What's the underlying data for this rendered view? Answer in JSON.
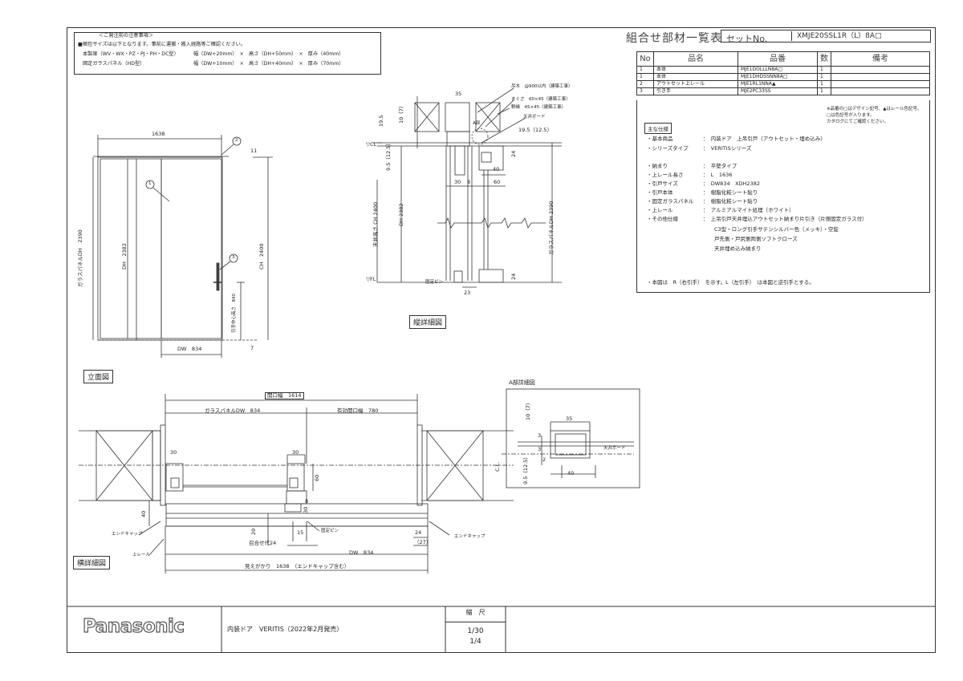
{
  "notice": {
    "title": "＜ご発注前の注意事項＞",
    "line1": "■梱包サイズは以下となります。事前に運搬・搬入経路等ご確認ください。",
    "row1_label": "本製扉（WV・WX・PZ・PJ・PH・DC型）",
    "row1_val": "幅（DW+20mm）　×　高さ（DH+50mm）　×　厚み（40mm）",
    "row2_label": "固定ガラスパネル（HD型）",
    "row2_val": "幅（DW+10mm）　×　高さ（DH+40mm）　×　厚み（70mm）"
  },
  "bom": {
    "title": "組合せ部材一覧表",
    "set_label": "セットNo.",
    "set_value": "XMJE20SSL1R（L）8A□",
    "headers": [
      "No",
      "品名",
      "品番",
      "数",
      "備考"
    ],
    "rows": [
      {
        "no": "1",
        "name": "本体",
        "code": "MJE1DOLLLN8A□",
        "qty": "1",
        "note": ""
      },
      {
        "no": "1",
        "name": "本体",
        "code": "MJE1DHDSSNN8A□",
        "qty": "1",
        "note": ""
      },
      {
        "no": "2",
        "name": "アウトセット上レール",
        "code": "MJE1RL1NNA▲",
        "qty": "1",
        "note": ""
      },
      {
        "no": "3",
        "name": "引き手",
        "code": "MJE2PC33SS",
        "qty": "1",
        "note": ""
      }
    ],
    "note1": "※品番の□はデザイン記号、▲はレール色記号。",
    "note2": "□は色記号が入ります。",
    "note3": "カタログにてご確認ください。"
  },
  "spec": {
    "head": "主な仕様",
    "items": [
      {
        "k": "・基本商品",
        "v": "：　内装ドア　上吊引戸（アウトセット・埋め込み）"
      },
      {
        "k": "・シリーズタイプ",
        "v": "：　VERITISシリーズ"
      },
      {
        "k": "・納まり",
        "v": "：　平壁タイプ"
      },
      {
        "k": "・上レール長さ",
        "v": "：　L　1636"
      },
      {
        "k": "・引戸サイズ",
        "v": "：　DW834　XDH2382"
      },
      {
        "k": "・引戸本体",
        "v": "：　樹脂化粧シート貼り"
      },
      {
        "k": "・固定ガラスパネル",
        "v": "：　樹脂化粧シート貼り"
      },
      {
        "k": "・上レール",
        "v": "：　アルミアルマイト処理（ホワイト）"
      },
      {
        "k": "・その他仕様",
        "v": "：　上吊引戸天井埋込アウトセット納まり片引き（片側固定ガラス付）"
      }
    ],
    "extra1": "C3型・ロング引手サテンシルバー色（メッキ）・空錠",
    "extra2": "戸先側・戸尻側両側ソフトクローズ",
    "extra3": "天井埋め込み納まり",
    "footnote": "・本図は　R（右引手）　を示す。L（左引手）　は本図と逆引手とする。"
  },
  "elevation": {
    "label": "立面図",
    "dim_top": "1638",
    "dim_dw": "DW　834",
    "dim_dh": "DH　2382",
    "dim_ch": "CH　2400",
    "dim_glass": "ガラスパネルDH　2390",
    "dim_handle": "引手中心高さ　840",
    "dim_11": "11",
    "dim_7": "7",
    "call1": "1",
    "call2": "2",
    "call3": "3"
  },
  "vertical": {
    "label": "縦詳細図",
    "hanger": "吊木　@900以内（建築工事）",
    "furring": "まぐさ　60×45（建築工事）",
    "frame": "野縁　45×45（建築工事）",
    "board": "天井ボード",
    "d35": "35",
    "d195": "19.5",
    "d195b": "19.5（12.5）",
    "d10": "10（7）",
    "d95": "9.5（12.5）",
    "d40": "40",
    "d30": "30",
    "d8": "8",
    "d60": "60",
    "d24": "24",
    "d23": "23",
    "d2382": "DH 2382",
    "d2400": "天井高さ CH 2400",
    "d2390": "ガラスパネルDH 2390",
    "cl": "▽CL",
    "fl": "▽FL",
    "pin": "固定ピン",
    "a": "A部"
  },
  "adetail": {
    "label": "A部詳細図",
    "d35": "35",
    "d10": "10（7）",
    "d3a": "3",
    "d3b": "3",
    "d2": "2",
    "d95": "9.5（12.5）",
    "d40": "40",
    "cl": "C.L.",
    "board": "天井ボード"
  },
  "horizontal": {
    "label": "横詳細図",
    "opening": "開口幅　1614",
    "glass": "ガラスパネルDW　834",
    "effective": "有効開口幅　780",
    "d30a": "30",
    "d30b": "30",
    "d60": "60",
    "d40": "40",
    "d20": "20",
    "d8": "8",
    "d15": "15",
    "d24": "24",
    "d27": "（27）",
    "overlap": "召合せ代24",
    "dw": "DW　834",
    "visible": "見えがかり　1638　（エンドキャップ含む）",
    "endcap": "エンドキャップ",
    "rail": "上レール",
    "pin": "固定ピン"
  },
  "footer": {
    "logo": "Panasonic",
    "product": "内装ドア　VERITIS（2022年2月発売）",
    "scale_label": "縮　尺",
    "scale1": "1/30",
    "scale2": "1/4"
  }
}
